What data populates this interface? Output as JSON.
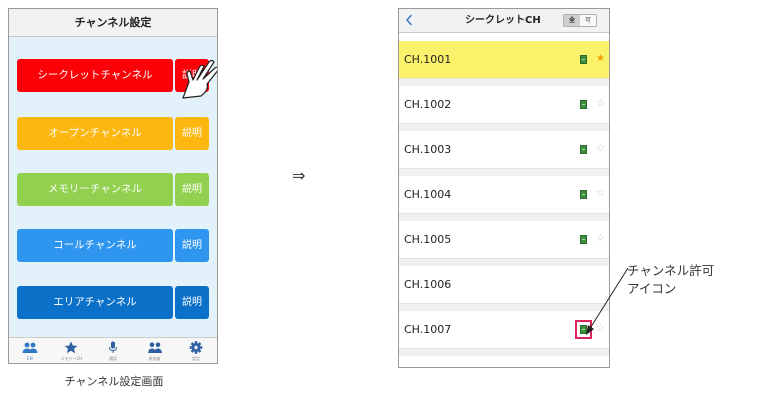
{
  "left_screen": {
    "title": "チャンネル設定",
    "channels": [
      {
        "label": "シークレットチャンネル",
        "desc": "説明",
        "color": "#fb0007"
      },
      {
        "label": "オープンチャンネル",
        "desc": "説明",
        "color": "#fcb711"
      },
      {
        "label": "メモリーチャンネル",
        "desc": "説明",
        "color": "#92d050"
      },
      {
        "label": "コールチャンネル",
        "desc": "説明",
        "color": "#2f96ef"
      },
      {
        "label": "エリアチャンネル",
        "desc": "説明",
        "color": "#0a70c8"
      }
    ],
    "tabs": [
      {
        "label": "CH",
        "icon": "group-icon",
        "active": true
      },
      {
        "label": "メモリーCH",
        "icon": "star-icon",
        "active": false
      },
      {
        "label": "通話",
        "icon": "microphone-icon",
        "active": false
      },
      {
        "label": "参加者",
        "icon": "people-icon",
        "active": false
      },
      {
        "label": "設定",
        "icon": "gear-icon",
        "active": false
      }
    ],
    "caption": "チャンネル設定画面"
  },
  "arrow": "⇒",
  "right_screen": {
    "title": "シークレットCH",
    "segment": {
      "on": "全",
      "off": "可"
    },
    "rows": [
      {
        "label": "CH.1001",
        "permit": true,
        "starred": true,
        "highlight": true
      },
      {
        "label": "CH.1002",
        "permit": true,
        "starred": false,
        "highlight": false
      },
      {
        "label": "CH.1003",
        "permit": true,
        "starred": false,
        "highlight": false
      },
      {
        "label": "CH.1004",
        "permit": true,
        "starred": false,
        "highlight": false
      },
      {
        "label": "CH.1005",
        "permit": true,
        "starred": false,
        "highlight": false
      },
      {
        "label": "CH.1006",
        "permit": false,
        "starred": false,
        "highlight": false
      },
      {
        "label": "CH.1007",
        "permit": true,
        "starred": false,
        "highlight": false,
        "boxed": true
      }
    ],
    "star_filled": "★",
    "star_empty": "☆"
  },
  "annotation": {
    "line1": "チャンネル許可",
    "line2": "アイコン",
    "accent_color": "#e0245e"
  }
}
